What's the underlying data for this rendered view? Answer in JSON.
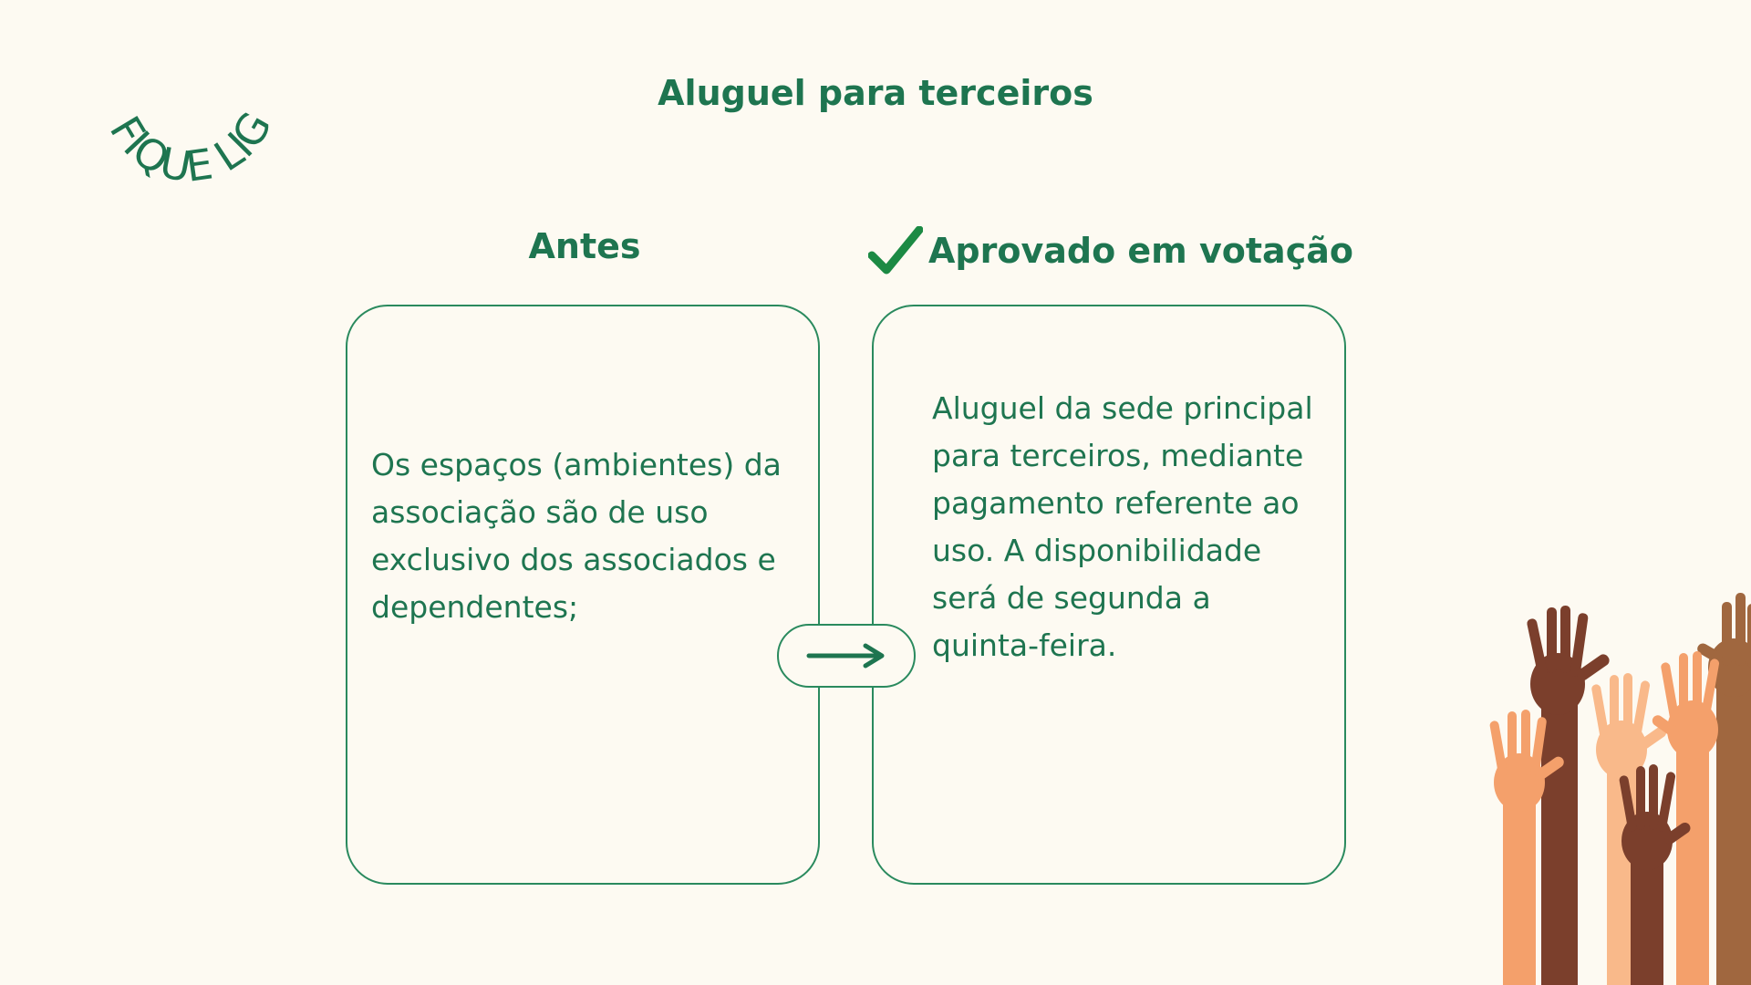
{
  "badge": {
    "text": "FIQUE LIGADO"
  },
  "title": "Aluguel para terceiros",
  "columns": {
    "before": {
      "heading": "Antes",
      "text": "Os espaços (ambientes) da associação são de uso exclusivo dos associados e dependentes;"
    },
    "after": {
      "heading": "Aprovado em votação",
      "text": "Aluguel da sede principal para terceiros, mediante pagamento referente ao uso. A disponibilidade será de segunda a quinta-feira."
    }
  },
  "icons": {
    "check": "check-icon",
    "arrow": "arrow-right-icon",
    "hands": "raised-hands-illustration"
  },
  "colors": {
    "background": "#fdfaf2",
    "primary": "#1e7550",
    "border": "#2a8a5e",
    "check": "#1c8a44"
  }
}
